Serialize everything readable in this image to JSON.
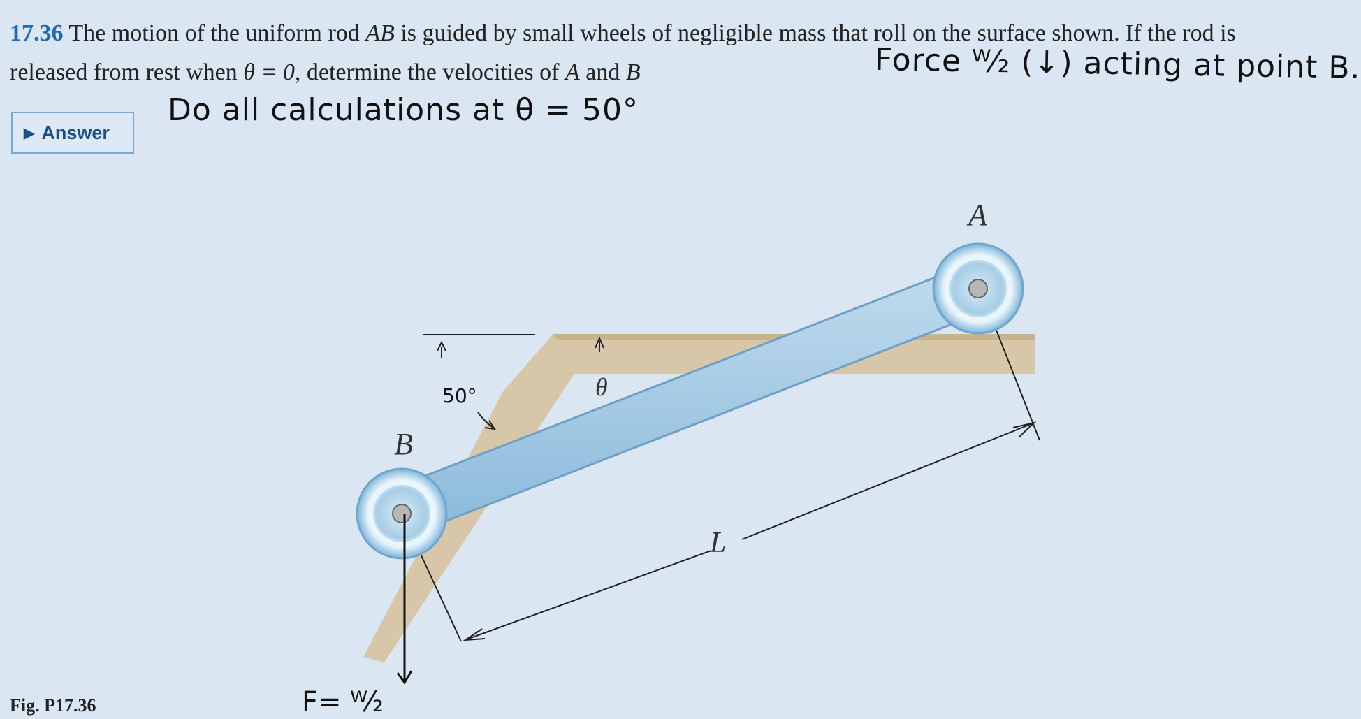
{
  "problem": {
    "number": "17.36",
    "text_1": "The motion of the uniform rod ",
    "rod": "AB",
    "text_2": " is guided by small wheels of negligible mass that roll on the surface shown. If the rod is",
    "text_3": "released from rest when ",
    "theta_eq": "θ = 0",
    "text_4": ", determine the velocities of ",
    "a": "A",
    "text_5": " and ",
    "b": "B"
  },
  "annotations": {
    "force_note": "Force ᵂ⁄₂ (↓) acting at point B.",
    "calc_note": "Do all calculations at θ = 50°",
    "force_label": "F= ᵂ⁄₂"
  },
  "answer_button": {
    "label": "Answer",
    "icon": "triangle-right-icon"
  },
  "figure": {
    "caption": "Fig. P17.36",
    "label_a": "A",
    "label_b": "B",
    "label_theta": "θ",
    "label_angle": "50°",
    "label_length": "L",
    "colors": {
      "rod": "#a9cce3",
      "surface": "#d8c6a8",
      "wheel": "#a6cde6"
    }
  }
}
